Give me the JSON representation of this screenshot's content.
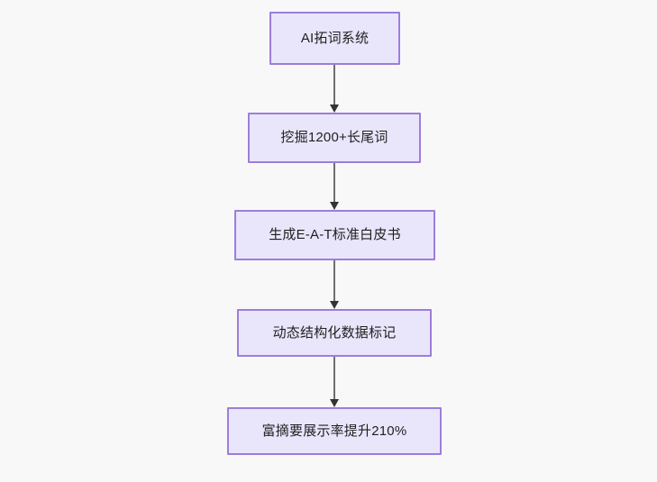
{
  "diagram": {
    "type": "flowchart",
    "direction": "top-to-bottom",
    "background_color": "#f8f8f8",
    "node_fill_color": "#e9e6fc",
    "node_border_color": "#9d7ddb",
    "node_text_color": "#1f1f1f",
    "edge_color": "#6e6e6e",
    "arrowhead_color": "#333333",
    "nodes": [
      {
        "id": "n1",
        "label": "AI拓词系统"
      },
      {
        "id": "n2",
        "label": "挖掘1200+长尾词"
      },
      {
        "id": "n3",
        "label": "生成E-A-T标准白皮书"
      },
      {
        "id": "n4",
        "label": "动态结构化数据标记"
      },
      {
        "id": "n5",
        "label": "富摘要展示率提升210%"
      }
    ],
    "edges": [
      {
        "from": "n1",
        "to": "n2",
        "label": ""
      },
      {
        "from": "n2",
        "to": "n3",
        "label": ""
      },
      {
        "from": "n3",
        "to": "n4",
        "label": ""
      },
      {
        "from": "n4",
        "to": "n5",
        "label": ""
      }
    ]
  }
}
